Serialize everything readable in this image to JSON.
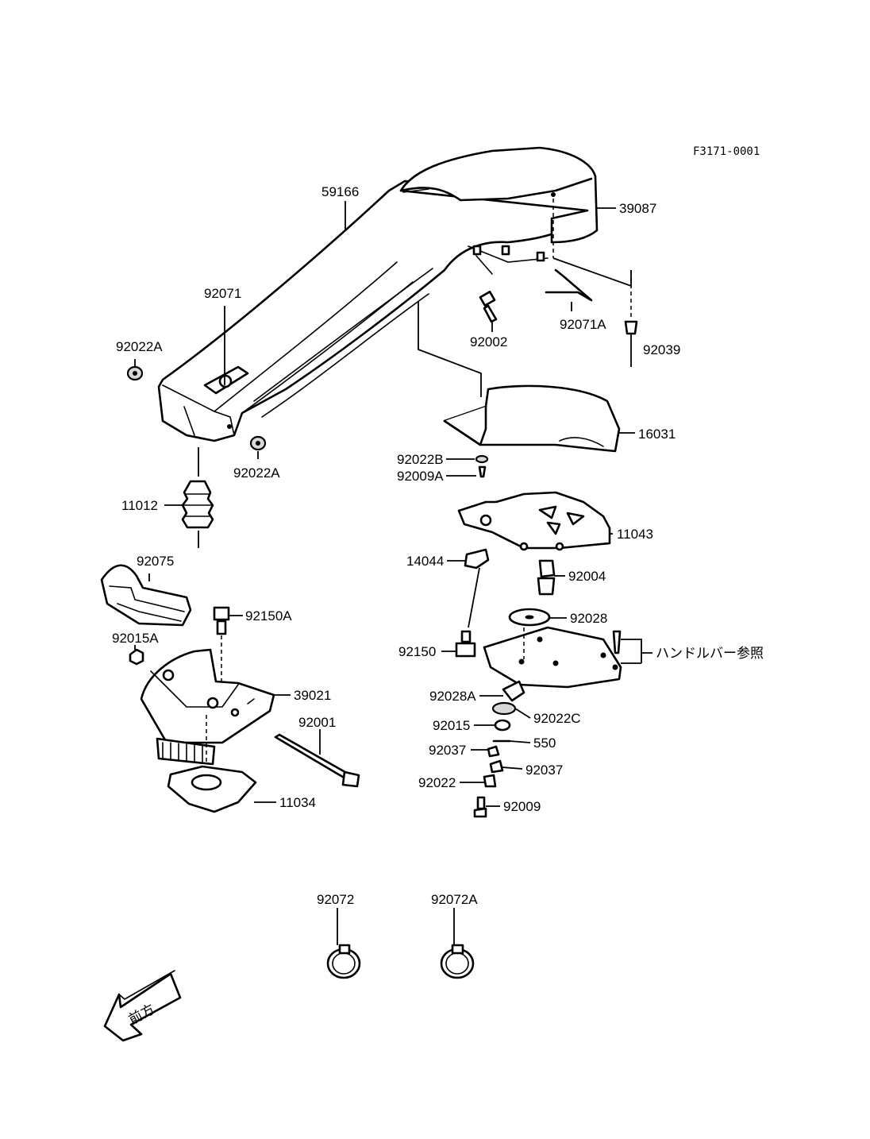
{
  "figure_code": "F3171-0001",
  "labels": {
    "p59166": "59166",
    "p39087": "39087",
    "p92071": "92071",
    "p92002": "92002",
    "p92071A": "92071A",
    "p92039": "92039",
    "p92022A_1": "92022A",
    "p92022A_2": "92022A",
    "p16031": "16031",
    "p92022B": "92022B",
    "p92009A": "92009A",
    "p11012": "11012",
    "p11043": "11043",
    "p92075": "92075",
    "p14044": "14044",
    "p92004": "92004",
    "p92150A": "92150A",
    "p92028": "92028",
    "p92015A": "92015A",
    "p92150": "92150",
    "handlebar_ref": "ハンドルバー参照",
    "p39021": "39021",
    "p92028A": "92028A",
    "p92022C": "92022C",
    "p92001": "92001",
    "p92015": "92015",
    "p550": "550",
    "p92037_1": "92037",
    "p92037_2": "92037",
    "p92022": "92022",
    "p11034": "11034",
    "p92009": "92009",
    "p92072": "92072",
    "p92072A": "92072A"
  },
  "front_arrow_text": "前方"
}
